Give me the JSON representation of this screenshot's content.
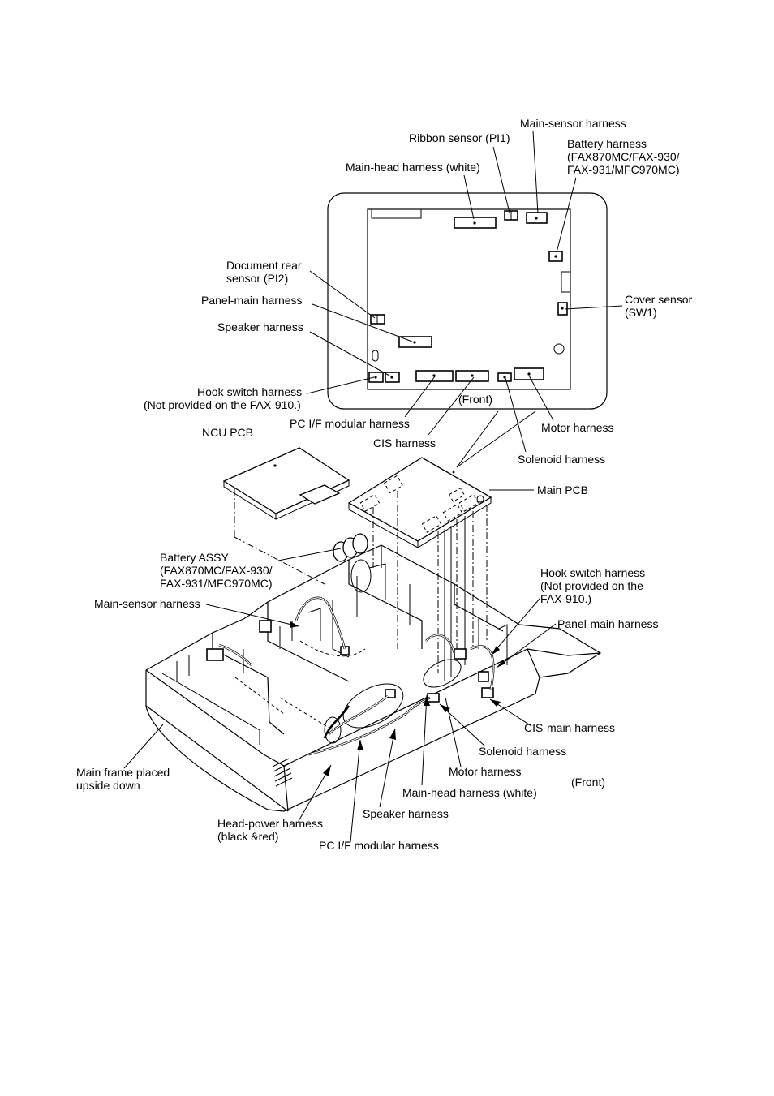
{
  "pcb_top_view": {
    "front_label": "(Front)",
    "labels": {
      "main_sensor_harness": "Main-sensor harness",
      "ribbon_sensor": "Ribbon sensor (PI1)",
      "battery_harness_line1": "Battery harness",
      "battery_harness_line2": "(FAX870MC/FAX-930/",
      "battery_harness_line3": "FAX-931/MFC970MC)",
      "main_head_harness": "Main-head harness (white)",
      "document_rear_sensor_line1": "Document rear",
      "document_rear_sensor_line2": "sensor (PI2)",
      "panel_main_harness": "Panel-main harness",
      "speaker_harness": "Speaker harness",
      "hook_switch_harness_line1": "Hook switch harness",
      "hook_switch_harness_line2": "(Not provided on the FAX-910.)",
      "cover_sensor_line1": "Cover sensor",
      "cover_sensor_line2": "(SW1)",
      "motor_harness": "Motor harness",
      "pc_if_modular_harness": "PC I/F modular harness",
      "cis_harness": "CIS  harness",
      "solenoid_harness": "Solenoid harness"
    }
  },
  "assembly_view": {
    "front_label": "(Front)",
    "labels": {
      "ncu_pcb": "NCU PCB",
      "main_pcb": "Main PCB",
      "battery_assy_line1": "Battery ASSY",
      "battery_assy_line2": "(FAX870MC/FAX-930/",
      "battery_assy_line3": "FAX-931/MFC970MC)",
      "main_sensor_harness": "Main-sensor harness",
      "hook_switch_harness_line1": "Hook switch harness",
      "hook_switch_harness_line2": "(Not provided on the",
      "hook_switch_harness_line3": "FAX-910.)",
      "panel_main_harness": "Panel-main harness",
      "cis_main_harness": "CIS-main harness",
      "solenoid_harness": "Solenoid harness",
      "motor_harness": "Motor harness",
      "main_head_harness": "Main-head harness (white)",
      "speaker_harness": "Speaker harness",
      "head_power_harness_line1": "Head-power harness",
      "head_power_harness_line2": "(black &red)",
      "pc_if_modular_harness": "PC I/F modular harness",
      "main_frame_line1": "Main frame placed",
      "main_frame_line2": "upside down"
    }
  }
}
